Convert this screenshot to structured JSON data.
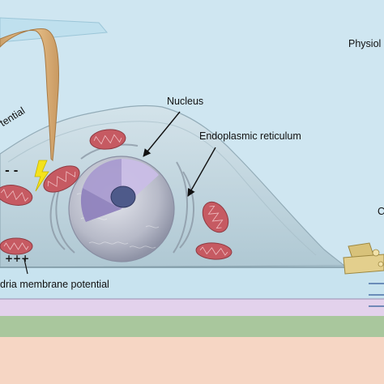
{
  "labels": {
    "nucleus": "Nucleus",
    "endoplasmic_reticulum": "Endoplasmic reticulum",
    "mitochondria_membrane_potential": "dria membrane potential",
    "potential": "tential",
    "physiological": "Physiol",
    "right_cut": "C"
  },
  "symbols": {
    "minus_signs": "- -",
    "plus_signs": "+++"
  },
  "colors": {
    "background": "#cfe6f1",
    "cell_body": "#bcd3dc",
    "mitochondria": "#c65a62",
    "nucleus_envelope": "#b9bcc9",
    "nucleoplasm": "#a99bd0",
    "nucleolus": "#4e5a8a",
    "pipette": "#e2b27a",
    "substrate_layers": [
      "#e3d2ec",
      "#a9c79d",
      "#f6d6c4"
    ],
    "lightning": "#f4e21c"
  },
  "icons": {
    "stimulus": "lightning-bolt-icon",
    "probe": "micropipette-tip"
  }
}
